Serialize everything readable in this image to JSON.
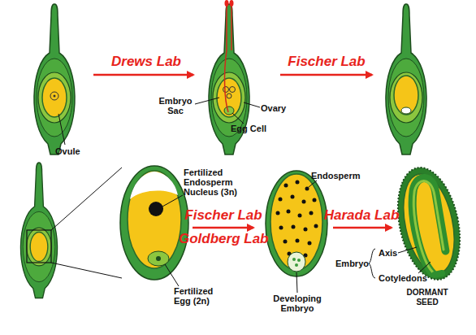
{
  "diagram": {
    "labels": [
      "Drews Lab",
      "Fischer Lab",
      "Ovule",
      "Embryo Sac",
      "Ovary",
      "Egg Cell",
      "Fertilized Endosperm Nucleus (3n)",
      "Fertilized Egg (2n)",
      "Fischer Lab",
      "Goldberg Lab",
      "Endosperm",
      "Developing Embryo",
      "Harada Lab",
      "Embryo",
      "Axis",
      "Cotyledons",
      "DORMANT SEED"
    ]
  }
}
